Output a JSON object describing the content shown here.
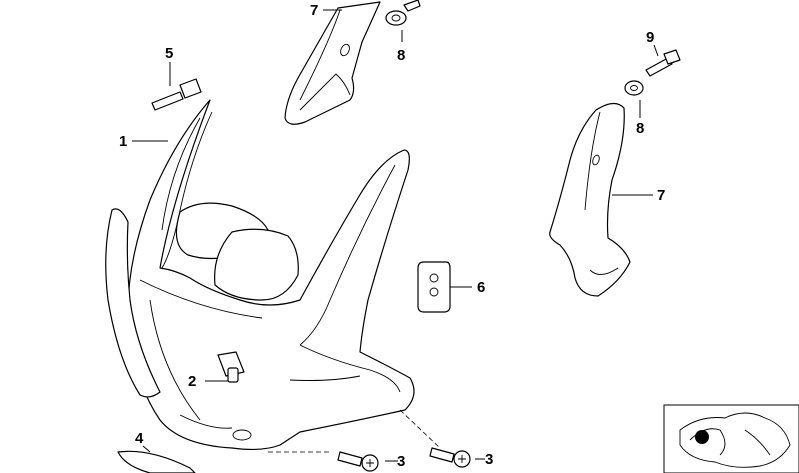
{
  "callouts": {
    "c1": "1",
    "c2": "2",
    "c3a": "3",
    "c3b": "3",
    "c4": "4",
    "c5": "5",
    "c6": "6",
    "c7a": "7",
    "c7b": "7",
    "c8a": "8",
    "c8b": "8",
    "c9": "9"
  }
}
